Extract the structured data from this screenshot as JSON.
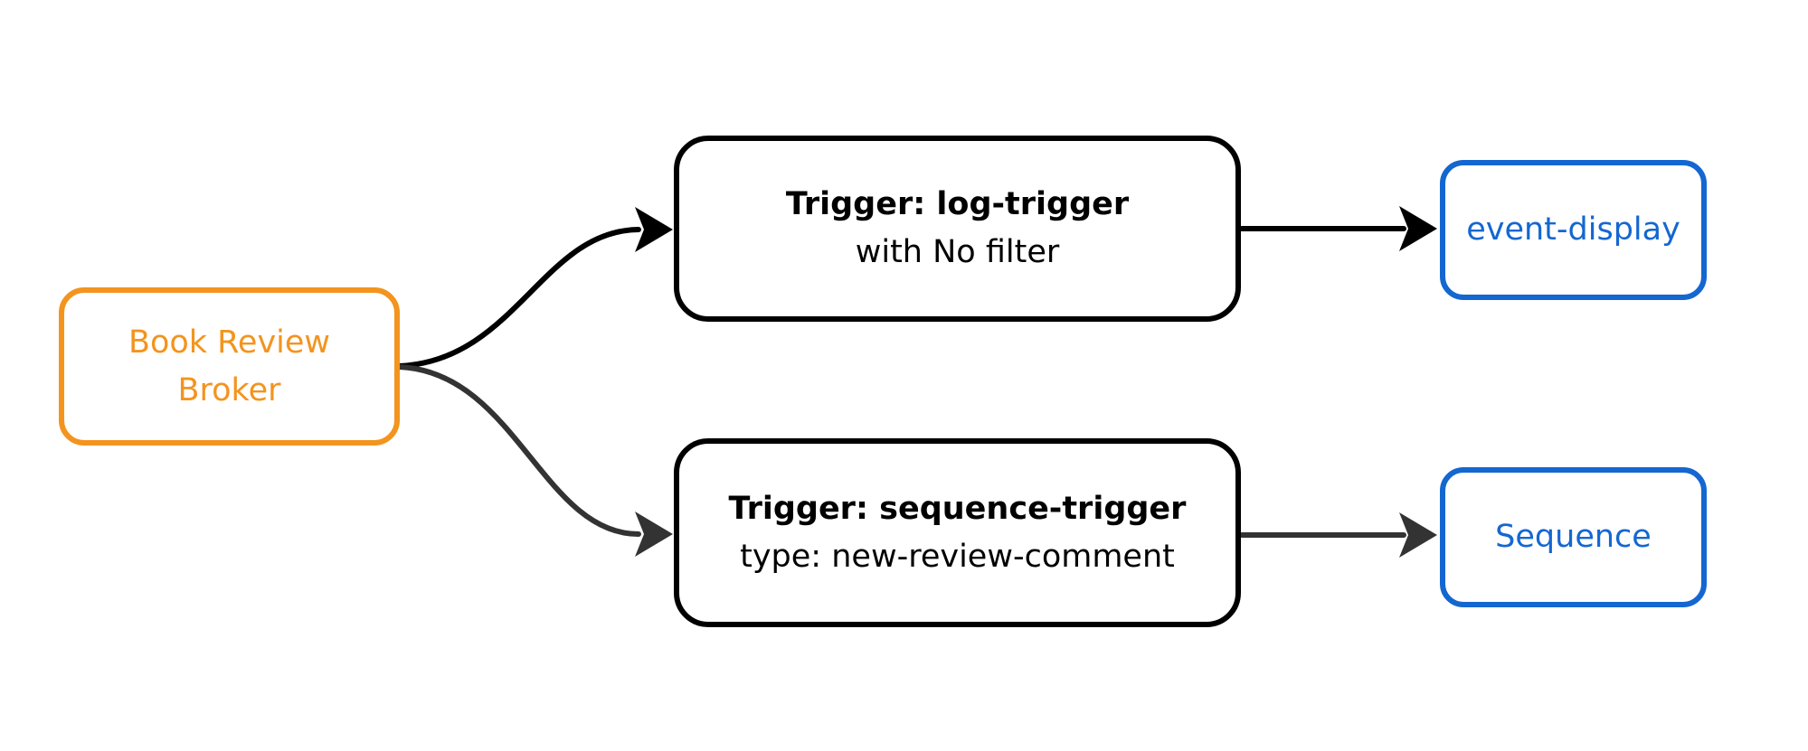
{
  "colors": {
    "orange": "#F3941E",
    "blue": "#1467D1",
    "black": "#000000",
    "gray": "#333333"
  },
  "nodes": {
    "broker": {
      "line1": "Book Review",
      "line2": "Broker"
    },
    "log_trigger": {
      "title": "Trigger: log-trigger",
      "subtitle": "with No filter"
    },
    "sequence_trigger": {
      "title": "Trigger: sequence-trigger",
      "subtitle": "type: new-review-comment"
    },
    "event_display": {
      "label": "event-display"
    },
    "sequence": {
      "label": "Sequence"
    }
  },
  "edges": [
    {
      "from": "broker",
      "to": "log_trigger",
      "shape": "s-curve",
      "color": "#000000"
    },
    {
      "from": "broker",
      "to": "sequence_trigger",
      "shape": "s-curve",
      "color": "#333333"
    },
    {
      "from": "log_trigger",
      "to": "event_display",
      "shape": "straight",
      "color": "#000000"
    },
    {
      "from": "sequence_trigger",
      "to": "sequence",
      "shape": "straight",
      "color": "#333333"
    }
  ]
}
